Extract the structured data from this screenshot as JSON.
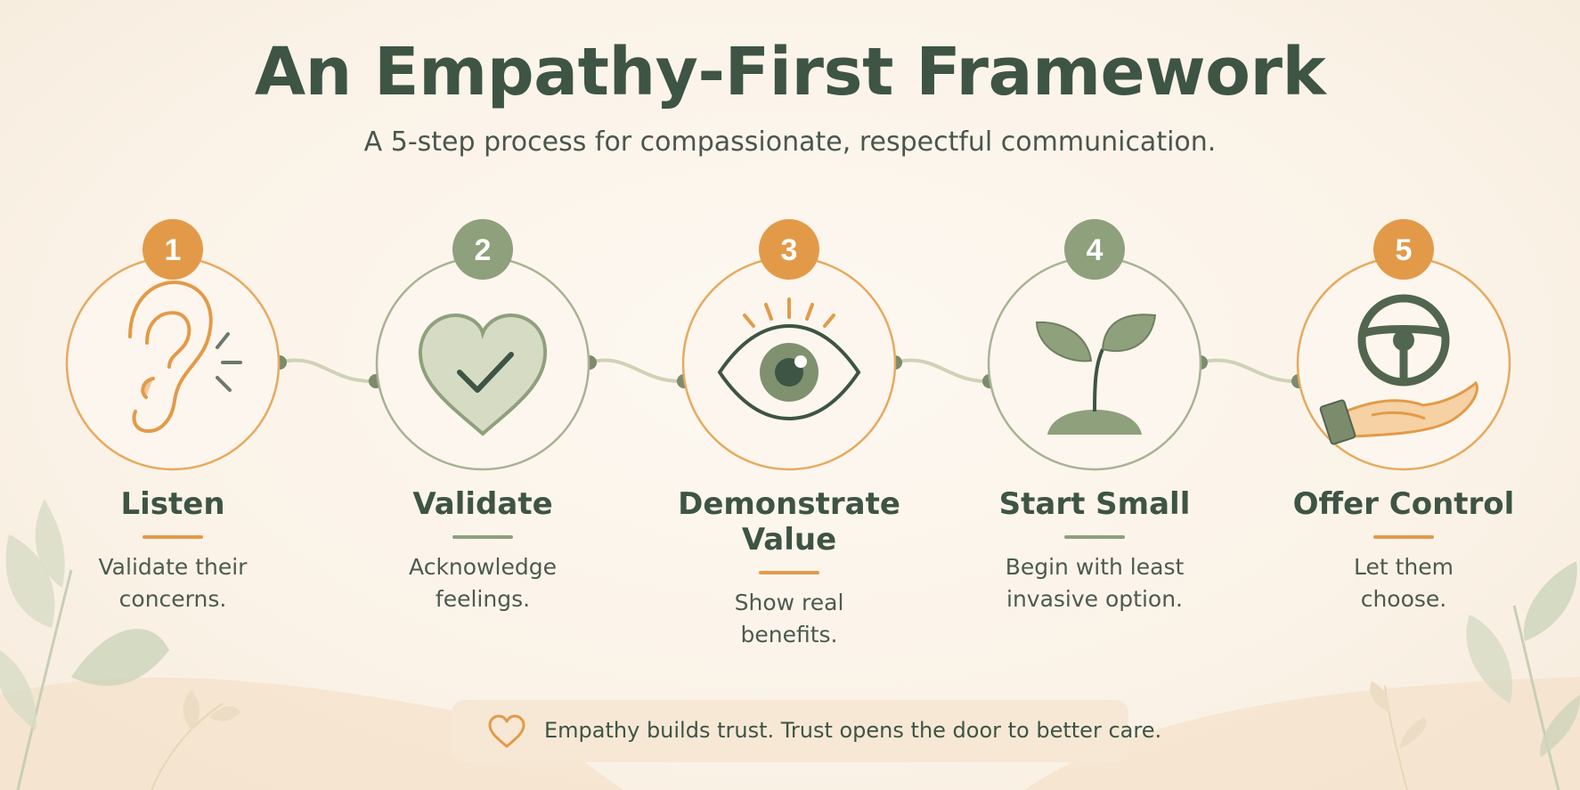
{
  "title": "An Empathy-First Framework",
  "subtitle": "A 5-step process for compassionate, respectful communication.",
  "steps": [
    {
      "number": "1",
      "title_lines": [
        "Listen"
      ],
      "desc_lines": [
        "Validate their",
        "concerns."
      ],
      "icon": "ear-icon",
      "accent": "#e39a48"
    },
    {
      "number": "2",
      "title_lines": [
        "Validate"
      ],
      "desc_lines": [
        "Acknowledge",
        "feelings."
      ],
      "icon": "heart-check-icon",
      "accent": "#8fa07c"
    },
    {
      "number": "3",
      "title_lines": [
        "Demonstrate",
        "Value"
      ],
      "desc_lines": [
        "Show real",
        "benefits."
      ],
      "icon": "eye-icon",
      "accent": "#e39a48"
    },
    {
      "number": "4",
      "title_lines": [
        "Start Small"
      ],
      "desc_lines": [
        "Begin with least",
        "invasive option."
      ],
      "icon": "sprout-icon",
      "accent": "#8fa07c"
    },
    {
      "number": "5",
      "title_lines": [
        "Offer Control"
      ],
      "desc_lines": [
        "Let them",
        "choose."
      ],
      "icon": "hand-steering-wheel-icon",
      "accent": "#e39a48"
    }
  ],
  "banner": {
    "text": "Empathy builds trust. Trust opens the door to better care.",
    "icon": "heart-outline-icon"
  },
  "colors": {
    "dark_green": "#3e5444",
    "sage": "#8fa07c",
    "orange": "#e39a48",
    "background": "#fbf4ea"
  }
}
